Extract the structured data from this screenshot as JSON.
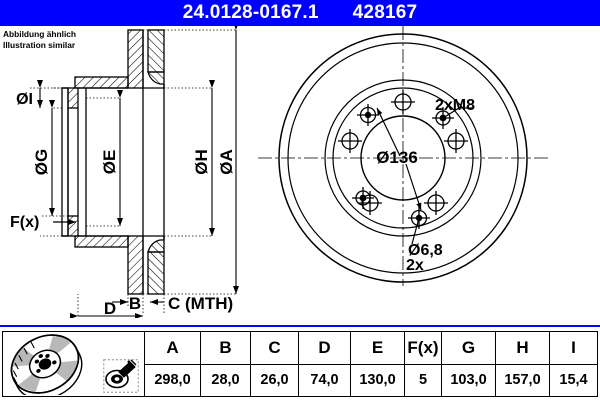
{
  "header": {
    "part_number": "24.0128-0167.1",
    "article_number": "428167",
    "background_color": "#0000ff",
    "text_color": "#ffffff"
  },
  "note": {
    "line_de": "Abbildung ähnlich",
    "line_en": "Illustration similar"
  },
  "drawing": {
    "section_view": {
      "dimension_labels": [
        {
          "id": "I",
          "text": "ØI"
        },
        {
          "id": "G",
          "text": "ØG"
        },
        {
          "id": "E",
          "text": "ØE"
        },
        {
          "id": "H",
          "text": "ØH"
        },
        {
          "id": "A",
          "text": "ØA"
        },
        {
          "id": "Fx",
          "text": "F(x)"
        },
        {
          "id": "B",
          "text": "B"
        },
        {
          "id": "C",
          "text": "C (MTH)"
        },
        {
          "id": "D",
          "text": "D"
        }
      ]
    },
    "face_view": {
      "bolt_circle": "Ø136",
      "thread_callout": "2xM8",
      "hole_callout_dia": "Ø6,8",
      "hole_callout_qty": "2x"
    }
  },
  "table": {
    "headers": [
      "A",
      "B",
      "C",
      "D",
      "E",
      "F(x)",
      "G",
      "H",
      "I"
    ],
    "values": [
      "298,0",
      "28,0",
      "26,0",
      "74,0",
      "130,0",
      "5",
      "103,0",
      "157,0",
      "15,4"
    ],
    "icons": [
      "brake-disc-illustration",
      "caliper-measure-icon"
    ]
  }
}
